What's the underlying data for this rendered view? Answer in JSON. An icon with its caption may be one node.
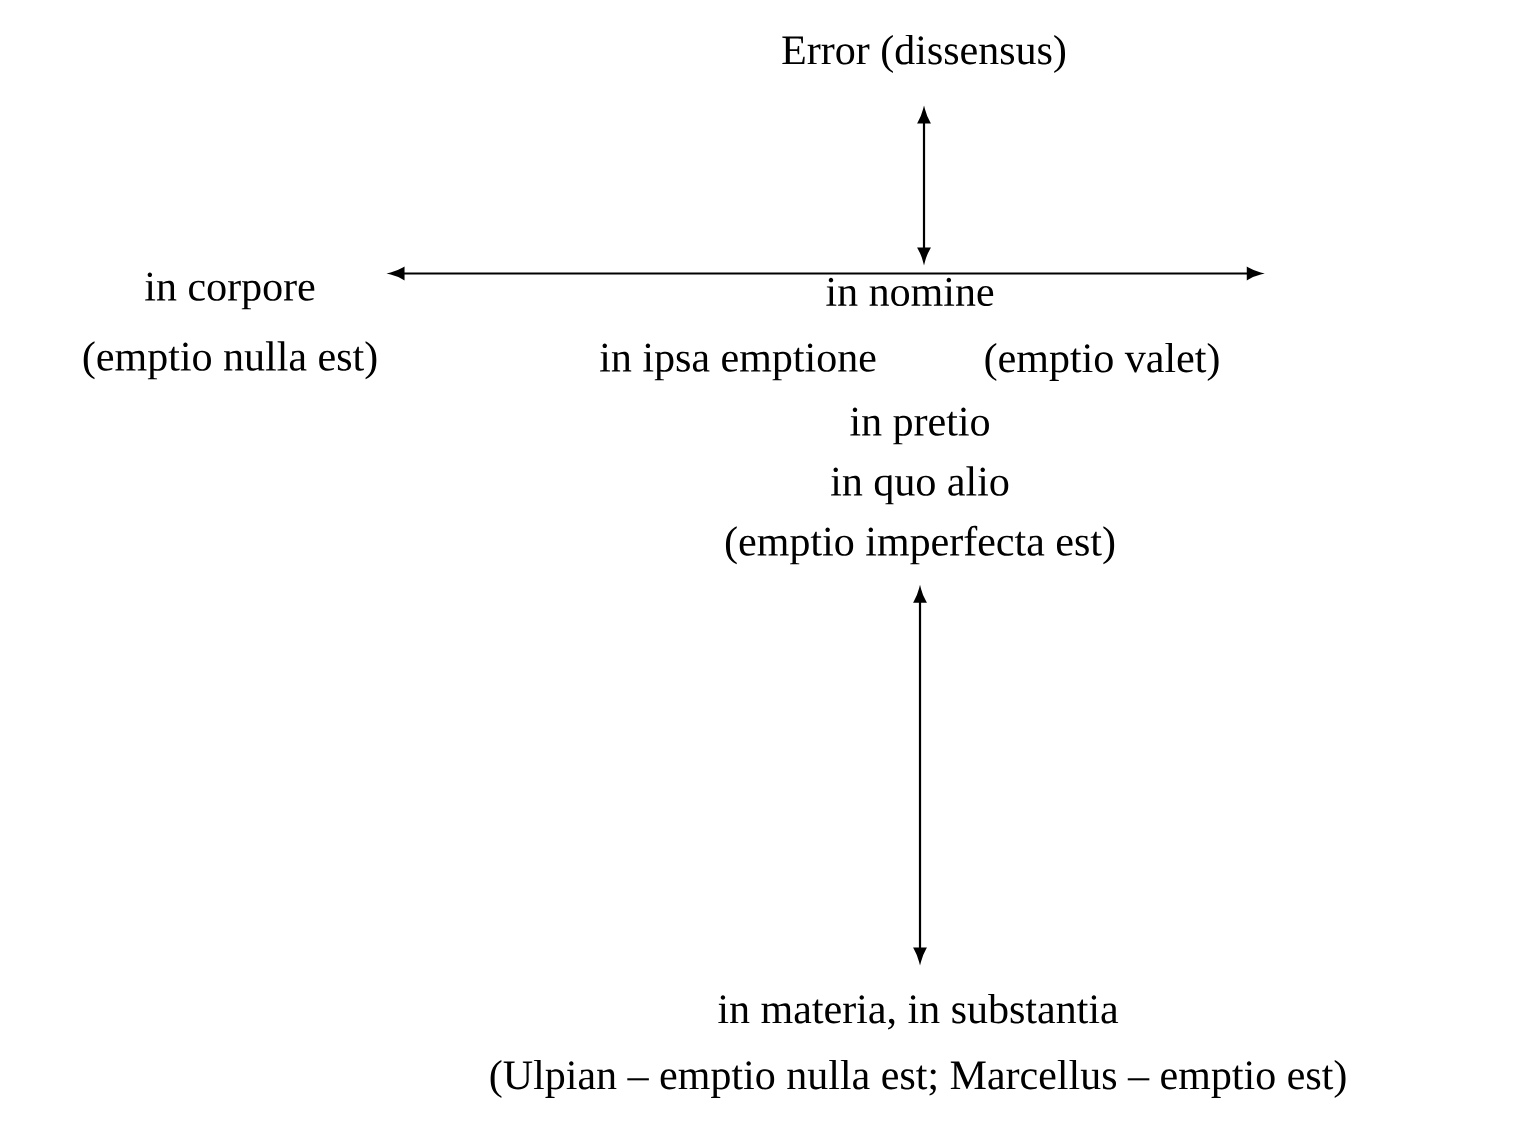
{
  "diagram": {
    "nodes": [
      {
        "text": [
          "Error (dissensus)"
        ]
      },
      {
        "text": [
          "in corpore",
          "(emptio nulla est)"
        ]
      },
      {
        "text": [
          "in nomine"
        ]
      },
      {
        "text": [
          "(emptio valet)"
        ]
      },
      {
        "text": [
          "in ipsa emptione"
        ]
      },
      {
        "text": [
          "in pretio",
          "in quo alio",
          "(emptio imperfecta est)"
        ]
      },
      {
        "text": [
          "in materia, in substantia",
          "(Ulpian – emptio nulla est; Marcellus – emptio est)"
        ]
      }
    ],
    "edges": [
      {
        "from": 0,
        "to": 2,
        "arrow": "both"
      },
      {
        "from": 1,
        "to": 3,
        "arrow": "both"
      },
      {
        "from": 5,
        "to": 6,
        "arrow": "both"
      }
    ]
  }
}
